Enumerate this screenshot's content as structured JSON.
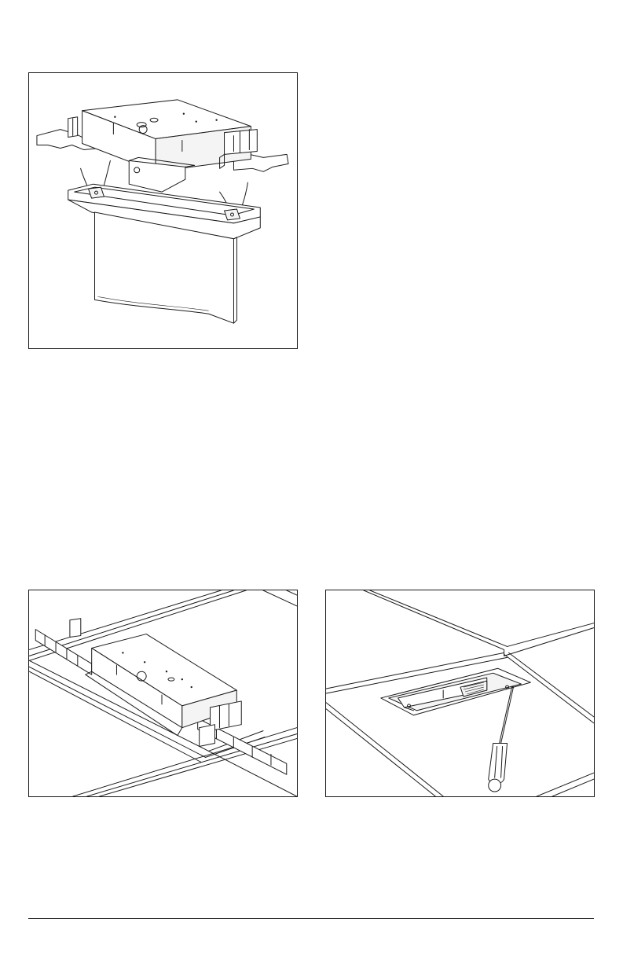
{
  "figures": [
    {
      "id": "exploded-view",
      "icon": "exit-sign-exploded-assembly"
    },
    {
      "id": "grid-installation",
      "icon": "housing-on-ceiling-grid"
    },
    {
      "id": "ceiling-tile-finish",
      "icon": "screwdriver-ceiling-opening"
    }
  ],
  "colors": {
    "line": "#1a1a1a",
    "paper": "#ffffff"
  }
}
